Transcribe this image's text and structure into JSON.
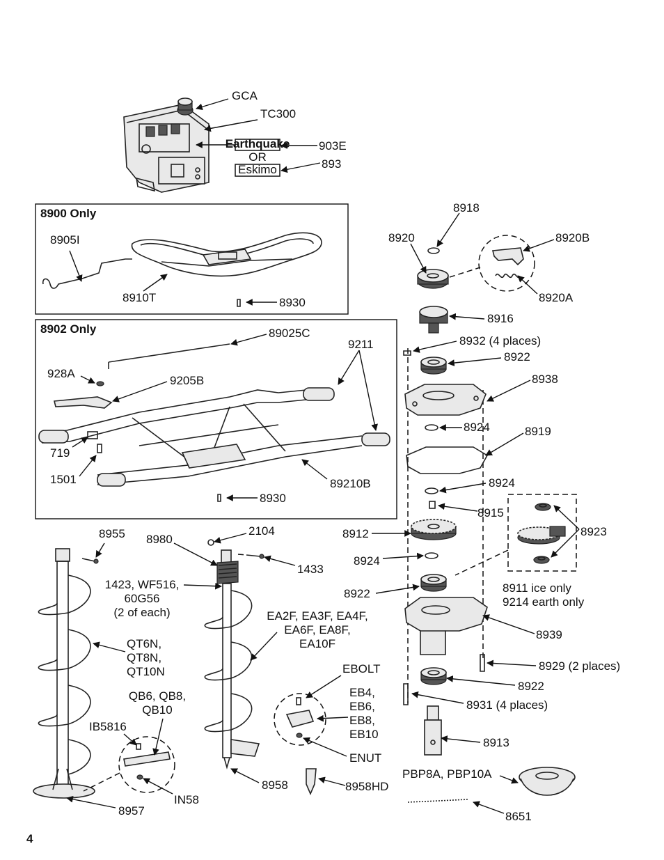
{
  "page_number": "4",
  "sections": {
    "box_8900": "8900 Only",
    "box_8902": "8902 Only"
  },
  "decals": {
    "earthquake": "Earthquake",
    "or": "OR",
    "eskimo": "Eskimo"
  },
  "labels": {
    "gca": "GCA",
    "tc300": "TC300",
    "p903e": "903E",
    "p893": "893",
    "p8905i": "8905I",
    "p8910t": "8910T",
    "p8930a": "8930",
    "p89025c": "89025C",
    "p9211": "9211",
    "p928a": "928A",
    "p9205b": "9205B",
    "p719": "719",
    "p1501": "1501",
    "p89210b": "89210B",
    "p8930b": "8930",
    "p8918": "8918",
    "p8920": "8920",
    "p8920b": "8920B",
    "p8920a": "8920A",
    "p8916": "8916",
    "p8932": "8932 (4 places)",
    "p8922a": "8922",
    "p8938": "8938",
    "p8924a": "8924",
    "p8919": "8919",
    "p8924b": "8924",
    "p8915": "8915",
    "p8912": "8912",
    "p8923": "8923",
    "p8924c": "8924",
    "p8922b": "8922",
    "p8911": "8911 ice only",
    "p9214": "9214 earth only",
    "p8939": "8939",
    "p8929": "8929 (2 places)",
    "p8922c": "8922",
    "p8931": "8931 (4 places)",
    "p8913": "8913",
    "p8955": "8955",
    "p8980": "8980",
    "p2104": "2104",
    "p1433": "1433",
    "p1423_l1": "1423, WF516,",
    "p1423_l2": "60G56",
    "p1423_l3": "(2 of each)",
    "ea_l1": "EA2F, EA3F, EA4F,",
    "ea_l2": "EA6F, EA8F,",
    "ea_l3": "EA10F",
    "qt_l1": "QT6N,",
    "qt_l2": "QT8N,",
    "qt_l3": "QT10N",
    "qb_l1": "QB6, QB8,",
    "qb_l2": "QB10",
    "ebolt": "EBOLT",
    "eb_l1": "EB4,",
    "eb_l2": "EB6,",
    "eb_l3": "EB8,",
    "eb_l4": "EB10",
    "enut": "ENUT",
    "ib5816": "IB5816",
    "in58": "IN58",
    "p8958": "8958",
    "p8958hd": "8958HD",
    "p8957": "8957",
    "pbp": "PBP8A, PBP10A",
    "p8651": "8651"
  }
}
